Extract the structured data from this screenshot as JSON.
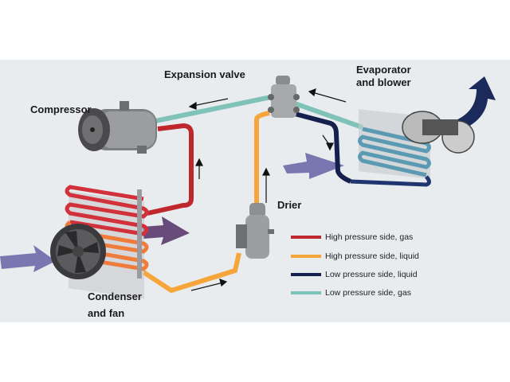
{
  "labels": {
    "expansion_valve": "Expansion valve",
    "compressor": "Compressor",
    "evaporator_line1": "Evaporator",
    "evaporator_line2": "and blower",
    "drier": "Drier",
    "condenser_line1": "Condenser",
    "condenser_line2": "and fan"
  },
  "legend": [
    {
      "label": "High pressure side, gas",
      "color": "#c0272d"
    },
    {
      "label": "High pressure side, liquid",
      "color": "#f5a53a"
    },
    {
      "label": "Low pressure side, liquid",
      "color": "#15204f"
    },
    {
      "label": "Low pressure side, gas",
      "color": "#7fc2b8"
    }
  ],
  "colors": {
    "airflow": "#6b6aa8",
    "exhaust": "#1a2a5a",
    "background": "#e9ecee"
  }
}
